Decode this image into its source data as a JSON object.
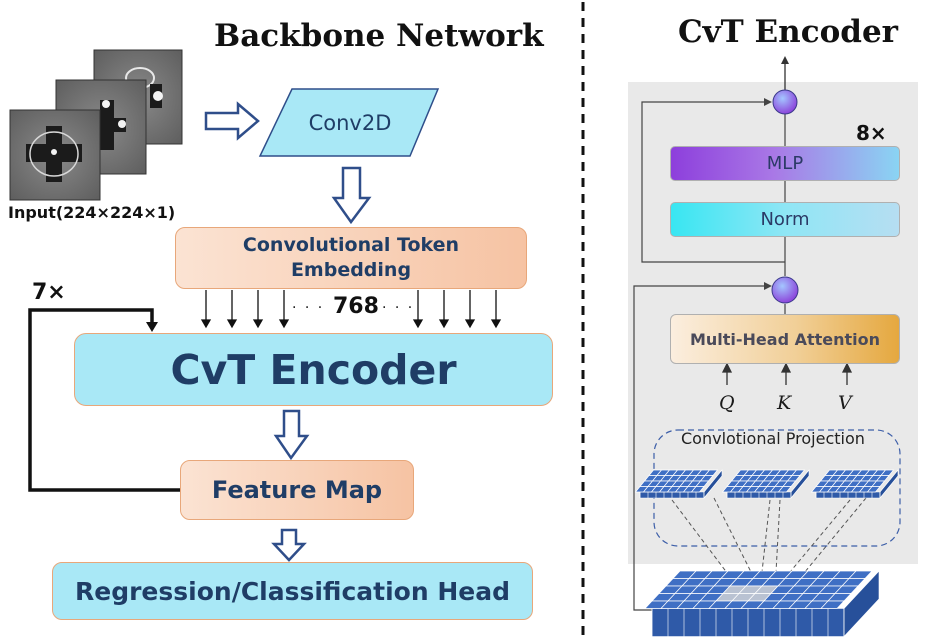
{
  "left": {
    "title": "Backbone Network",
    "input_label": "Input(224×224×1)",
    "conv2d": "Conv2D",
    "token_embedding": "Convolutional Token\nEmbedding",
    "token_count": "768",
    "dots": "· · ·",
    "repeat": "7×",
    "encoder": "CvT Encoder",
    "feature_map": "Feature Map",
    "head": "Regression/Classification Head"
  },
  "right": {
    "title": "CvT Encoder",
    "repeat": "8×",
    "mlp": "MLP",
    "norm": "Norm",
    "mha": "Multi-Head Attention",
    "q": "Q",
    "k": "K",
    "v": "V",
    "projection": "Convlotional Projection"
  },
  "colors": {
    "cyan": "#a9e8f6",
    "orange": "#f6c3a3",
    "border": "#e8a77a",
    "arrow": "#2f4e8a",
    "grid_blue": "#3f6fc4",
    "mlp_purple": "#9b45e0",
    "norm_cyan": "#3de6f2"
  }
}
